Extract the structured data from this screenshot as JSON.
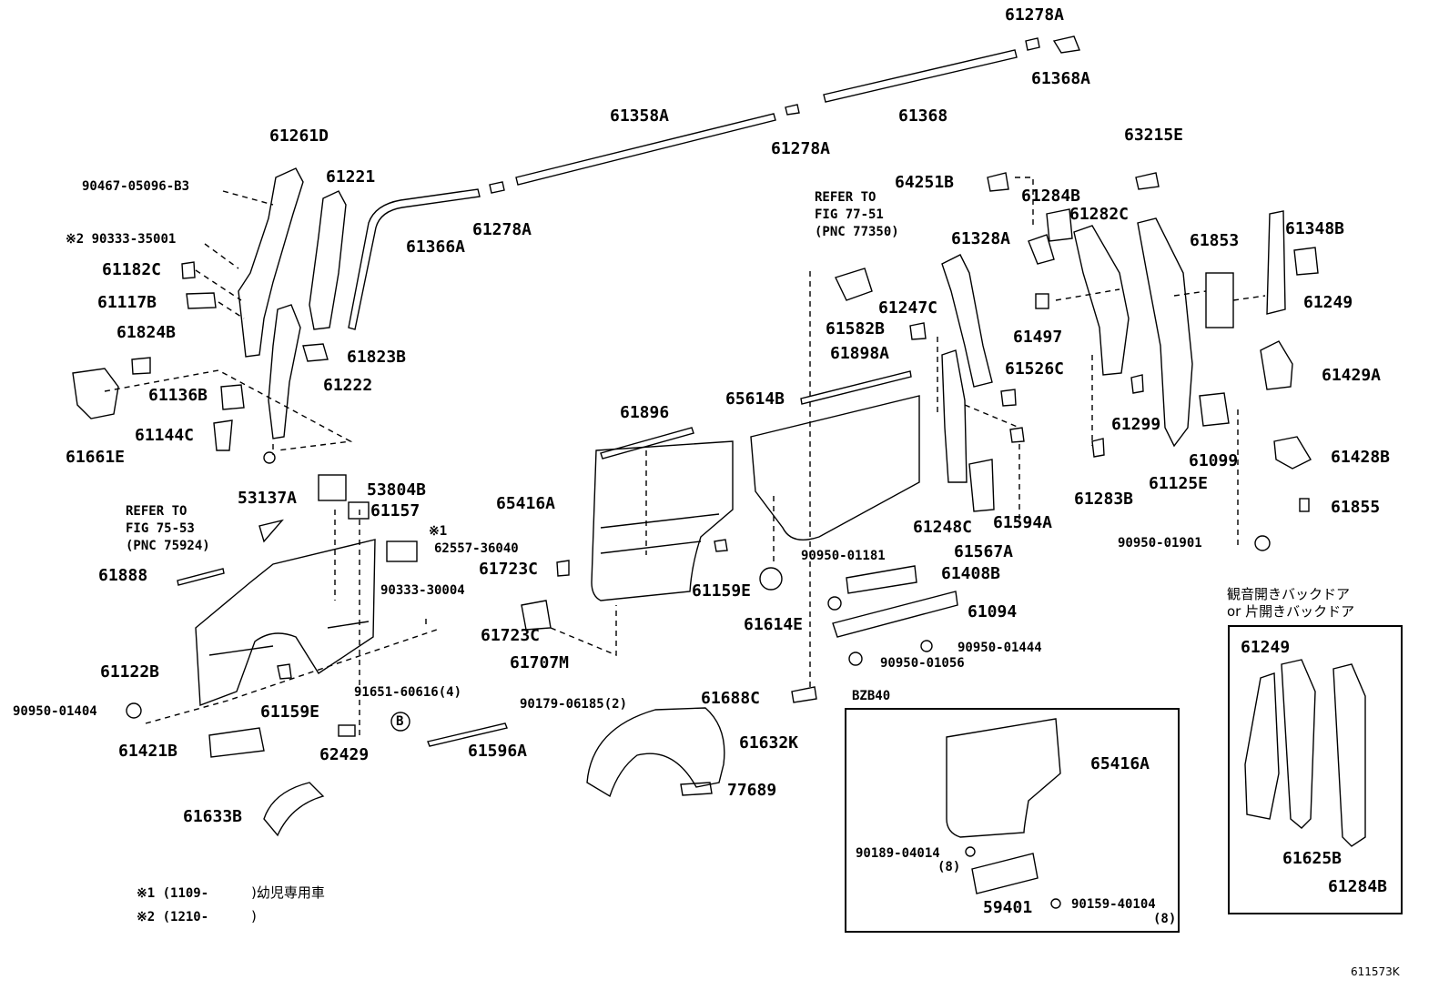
{
  "labels": {
    "p61278a_top": "61278A",
    "p61368a": "61368A",
    "p61358a": "61358A",
    "p61278a_mid": "61278A",
    "p61368": "61368",
    "p61261d": "61261D",
    "p61221": "61221",
    "p61366a": "61366A",
    "p61278a_left": "61278A",
    "p90467": "90467-05096-B3",
    "p90333_35001": "※2 90333-35001",
    "p61182c": "61182C",
    "p61117b": "61117B",
    "p61824b": "61824B",
    "p61823b": "61823B",
    "p61136b": "61136B",
    "p61222": "61222",
    "p61144c": "61144C",
    "p61661e": "61661E",
    "p53137a": "53137A",
    "p53804b": "53804B",
    "p61157": "61157",
    "p62557": "62557-36040",
    "p62557_note": "※1",
    "p61888": "61888",
    "p90333_30004": "90333-30004",
    "p61122b": "61122B",
    "p61159e_left": "61159E",
    "p90950_01404": "90950-01404",
    "p91651": "91651-60616(4)",
    "p90179": "90179-06185(2)",
    "p61421b": "61421B",
    "p62429": "62429",
    "p61596a": "61596A",
    "circle_b": "B",
    "p61633b": "61633B",
    "p63215e": "63215E",
    "p64251b": "64251B",
    "p61284b": "61284B",
    "p61282c": "61282C",
    "p61328a": "61328A",
    "p61853": "61853",
    "p61348b": "61348B",
    "p61249": "61249",
    "p61247c": "61247C",
    "p61497": "61497",
    "p61582b": "61582B",
    "p61898a": "61898A",
    "p61526c": "61526C",
    "p61429a": "61429A",
    "p65614b": "65614B",
    "p61896": "61896",
    "p61299": "61299",
    "p61099": "61099",
    "p61428b": "61428B",
    "p61125e": "61125E",
    "p65416a": "65416A",
    "p61594a": "61594A",
    "p61248c": "61248C",
    "p61283b": "61283B",
    "p61855": "61855",
    "p61567a": "61567A",
    "p90950_01901": "90950-01901",
    "p90950_01181": "90950-01181",
    "p61723c_a": "61723C",
    "p61408b": "61408B",
    "p61159e_right": "61159E",
    "p61614e": "61614E",
    "p61094": "61094",
    "p61723c_b": "61723C",
    "p61707m": "61707M",
    "p90950_01444": "90950-01444",
    "p90950_01056": "90950-01056",
    "p61688c": "61688C",
    "p61632k": "61632K",
    "p77689": "77689",
    "bzb40": "BZB40",
    "p65416a_inset": "65416A",
    "p90189": "90189-04014",
    "p90189_qty": "(8)",
    "p59401": "59401",
    "p90159": "90159-40104",
    "p90159_qty": "(8)",
    "backdoor_title_1": "観音開きバックドア",
    "backdoor_title_2": "or 片開きバックドア",
    "p61249_inset": "61249",
    "p61625b": "61625B",
    "p61284b_inset": "61284B"
  },
  "refer_notes": {
    "r1_line1": "REFER TO",
    "r1_line2": "FIG 77-51",
    "r1_line3": "(PNC 77350)",
    "r2_line1": "REFER TO",
    "r2_line2": "FIG 75-53",
    "r2_line3": "(PNC 75924)"
  },
  "footnotes": {
    "note1_mark": "※1 (1109-",
    "note1_text": ")幼児専用車",
    "note2_mark": "※2 (1210-",
    "note2_text": ")"
  },
  "figure_id": "611573K"
}
